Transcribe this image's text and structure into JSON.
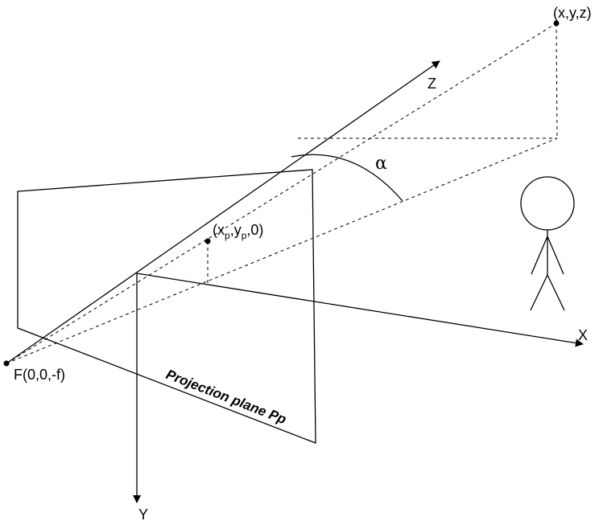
{
  "diagram": {
    "labels": {
      "axis_z": "Z",
      "axis_x": "X",
      "axis_y": "Y",
      "focal_point": "F(0,0,-f)",
      "world_point": "(x,y,z)",
      "projected_open": "(x",
      "projected_sub_p1": "p",
      "projected_mid": ",y",
      "projected_sub_p2": "p",
      "projected_close": ",0)",
      "angle": "α",
      "plane": "Projection plane Pp"
    },
    "colors": {
      "line": "#000000",
      "background": "#ffffff"
    },
    "figure_icon": "stick-figure-observer"
  }
}
